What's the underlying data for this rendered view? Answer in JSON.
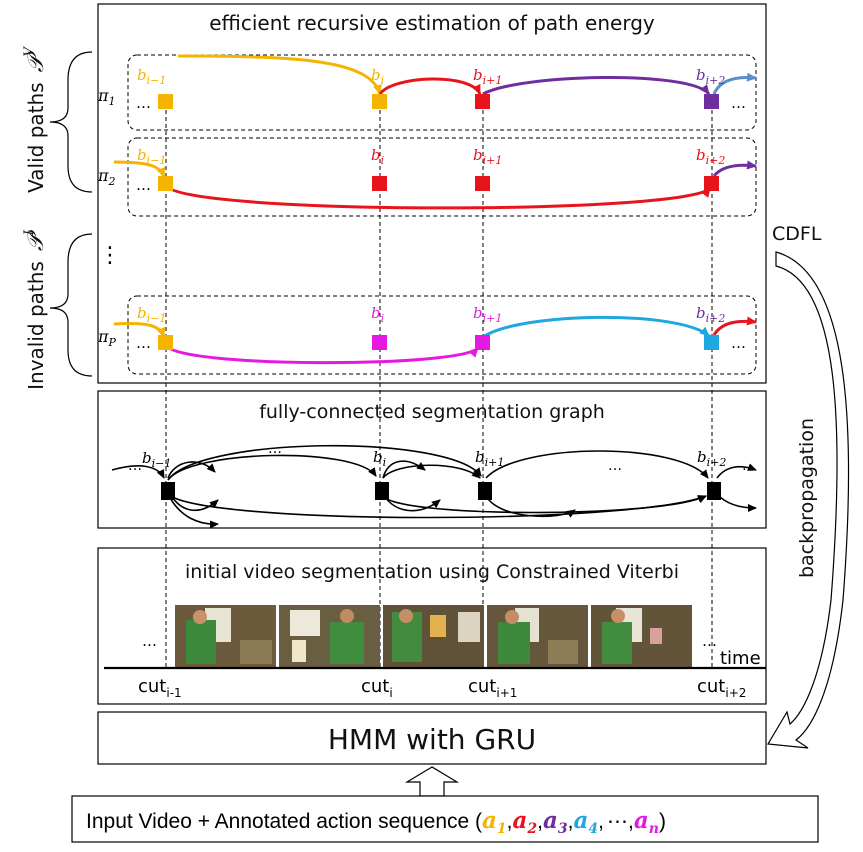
{
  "top_panel": {
    "title": "efficient recursive estimation of path energy",
    "valid_label": "Valid paths",
    "valid_symbol": "𝒫",
    "valid_sup": "V",
    "invalid_label": "Invalid paths",
    "invalid_symbol": "𝒫",
    "invalid_sup": "I",
    "vertical_dots": "⋮",
    "ellipsis": "…",
    "paths": [
      {
        "name": "π",
        "sub": "1"
      },
      {
        "name": "π",
        "sub": "2"
      },
      {
        "name": "π",
        "sub": "P"
      }
    ],
    "boundary_labels": [
      {
        "base": "b",
        "sub": "i−1"
      },
      {
        "base": "b",
        "sub": "i"
      },
      {
        "base": "b",
        "sub": "i+1"
      },
      {
        "base": "b",
        "sub": "i+2"
      }
    ]
  },
  "middle_panel": {
    "title": "fully-connected segmentation graph",
    "ellipsis": "…",
    "labels": [
      {
        "base": "b",
        "sub": "i−1"
      },
      {
        "base": "b",
        "sub": "i"
      },
      {
        "base": "b",
        "sub": "i+1"
      },
      {
        "base": "b",
        "sub": "i+2"
      }
    ]
  },
  "bottom_panel": {
    "title": "initial video segmentation using Constrained Viterbi",
    "ellipsis": "…",
    "time_label": "time",
    "cuts": [
      {
        "base": "cut",
        "sub": "i-1"
      },
      {
        "base": "cut",
        "sub": "i"
      },
      {
        "base": "cut",
        "sub": "i+1"
      },
      {
        "base": "cut",
        "sub": "i+2"
      }
    ]
  },
  "cdfl_label": "CDFL",
  "backprop_label": "backpropagation",
  "hmm_label": "HMM with GRU",
  "input": {
    "prefix": "Input Video + Annotated action sequence (",
    "suffix": ")",
    "comma": ",",
    "ellipsis": "⋯",
    "actions": [
      {
        "base": "a",
        "sub": "1"
      },
      {
        "base": "a",
        "sub": "2"
      },
      {
        "base": "a",
        "sub": "3"
      },
      {
        "base": "a",
        "sub": "4"
      },
      {
        "base": "a",
        "sub": "n"
      }
    ]
  },
  "colors": {
    "yellow": "#F5B400",
    "red": "#E8141C",
    "purple": "#6F2DA0",
    "blue": "#1EA7E0",
    "magenta": "#E619E0",
    "steel": "#5A8FCB",
    "black": "#000000"
  }
}
